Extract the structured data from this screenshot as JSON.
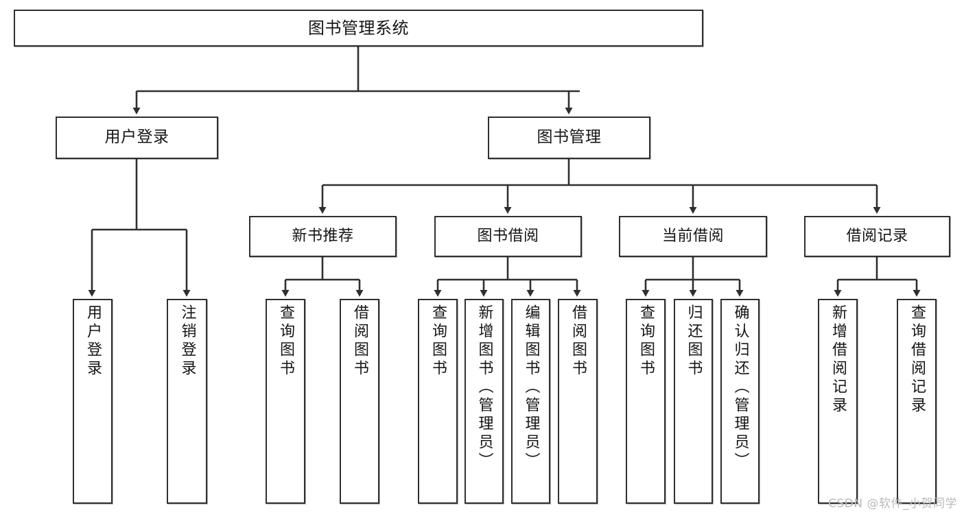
{
  "diagram": {
    "title": "图书管理系统",
    "root": {
      "label": "图书管理系统"
    },
    "tier2": [
      {
        "label": "用户登录"
      },
      {
        "label": "图书管理"
      }
    ],
    "tier3": [
      {
        "label": "新书推荐"
      },
      {
        "label": "图书借阅"
      },
      {
        "label": "当前借阅"
      },
      {
        "label": "借阅记录"
      }
    ],
    "leaves": {
      "user_login": [
        {
          "label": "用户登录"
        },
        {
          "label": "注销登录"
        }
      ],
      "new_book_recommend": [
        {
          "label": "查询图书"
        },
        {
          "label": "借阅图书"
        }
      ],
      "book_borrow": [
        {
          "label": "查询图书"
        },
        {
          "label": "新增图书（管理员）"
        },
        {
          "label": "编辑图书（管理员）"
        },
        {
          "label": "借阅图书"
        }
      ],
      "current_borrow": [
        {
          "label": "查询图书"
        },
        {
          "label": "归还图书"
        },
        {
          "label": "确认归还（管理员）"
        }
      ],
      "borrow_records": [
        {
          "label": "新增借阅记录"
        },
        {
          "label": "查询借阅记录"
        }
      ]
    }
  },
  "watermark": {
    "text": "CSDN @软件_小贺同学"
  },
  "colors": {
    "stroke": "#2f2f2f",
    "fill": "#ffffff",
    "text": "#151515",
    "watermark": "#b9b9b9"
  }
}
